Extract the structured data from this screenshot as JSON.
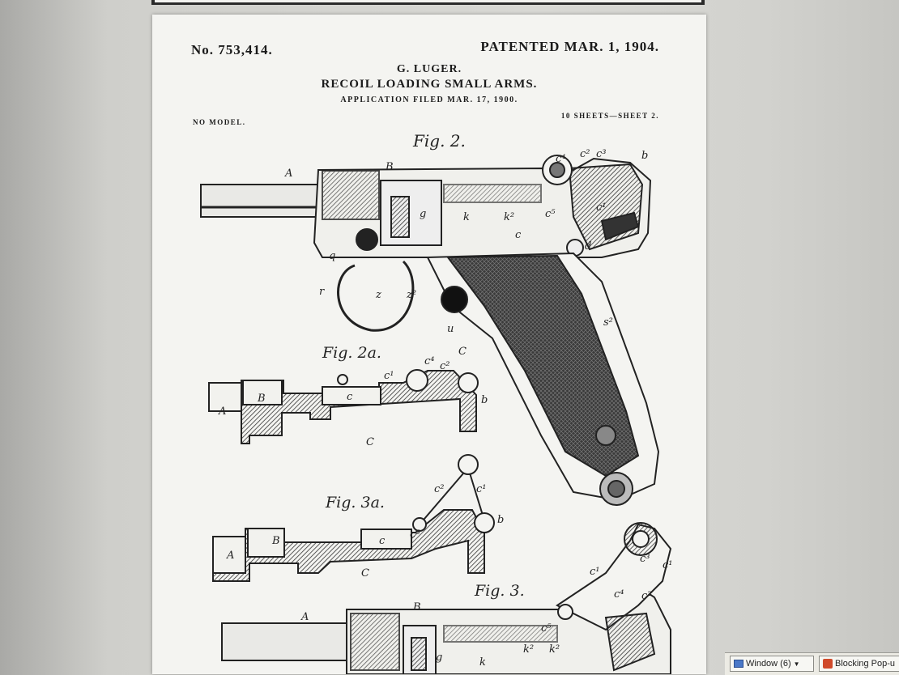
{
  "document": {
    "patent_number": "No. 753,414.",
    "patent_date": "PATENTED MAR. 1, 1904.",
    "inventor": "G. LUGER.",
    "title": "RECOIL LOADING SMALL ARMS.",
    "application": "APPLICATION FILED MAR. 17, 1900.",
    "no_model": "NO MODEL.",
    "sheets": "10 SHEETS—SHEET 2."
  },
  "figures": {
    "fig2": "Fig. 2.",
    "fig2a": "Fig. 2a.",
    "fig3a": "Fig. 3a.",
    "fig3": "Fig. 3."
  },
  "labels": {
    "A": "A",
    "B": "B",
    "b": "b",
    "c": "c",
    "C": "C",
    "c1": "c¹",
    "c2": "c²",
    "c3": "c³",
    "c4": "c⁴",
    "c5": "c⁵",
    "d": "d",
    "g": "g",
    "k": "k",
    "k2": "k²",
    "r": "r",
    "z": "z",
    "z2": "z²",
    "u": "u",
    "s2": "s²",
    "q": "q"
  },
  "taskbar": {
    "window_button": "Window (6)",
    "popup_button": "Blocking Pop-u"
  }
}
